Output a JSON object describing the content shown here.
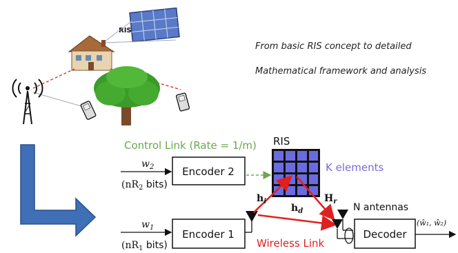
{
  "captions": {
    "line1": "From basic RIS concept to detailed",
    "line2": "Mathematical framework and analysis"
  },
  "top_scene": {
    "ris_label": "RIS"
  },
  "diagram": {
    "control_link": "Control Link (Rate = 1/m)",
    "ris_label": "RIS",
    "k_elements": "K elements",
    "w2": "w",
    "w2_sub": "2",
    "nr2": "(nR",
    "nr2_sub": "2",
    "nr2_tail": " bits)",
    "w1": "w",
    "w1_sub": "1",
    "nr1": "(nR",
    "nr1_sub": "1",
    "nr1_tail": " bits)",
    "encoder2": "Encoder 2",
    "encoder1": "Encoder 1",
    "decoder": "Decoder",
    "hi": "h",
    "hi_sub": "i",
    "hd": "h",
    "hd_sub": "d",
    "hr": "H",
    "hr_sub": "r",
    "n_antennas": "N antennas",
    "wireless_link": "Wireless Link",
    "output": "(ŵ₁, ŵ₂)"
  },
  "colors": {
    "control_green": "#6aa84f",
    "ris_purple": "#7b6bdc",
    "link_red": "#e02020",
    "arrow_blue": "#3f6fb6",
    "tree_green": "#3a9a2a"
  }
}
